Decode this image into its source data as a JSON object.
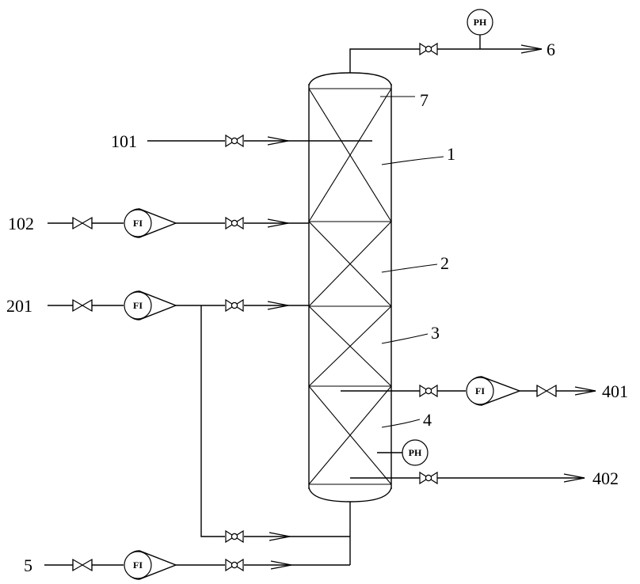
{
  "diagram": {
    "stream_labels": {
      "s101": "101",
      "s102": "102",
      "s201": "201",
      "s5": "5",
      "s6": "6",
      "s401": "401",
      "s402": "402"
    },
    "part_labels": {
      "p1": "1",
      "p2": "2",
      "p3": "3",
      "p4": "4",
      "p7": "7"
    },
    "instruments": {
      "flow": "FI",
      "ph": "PH"
    }
  }
}
